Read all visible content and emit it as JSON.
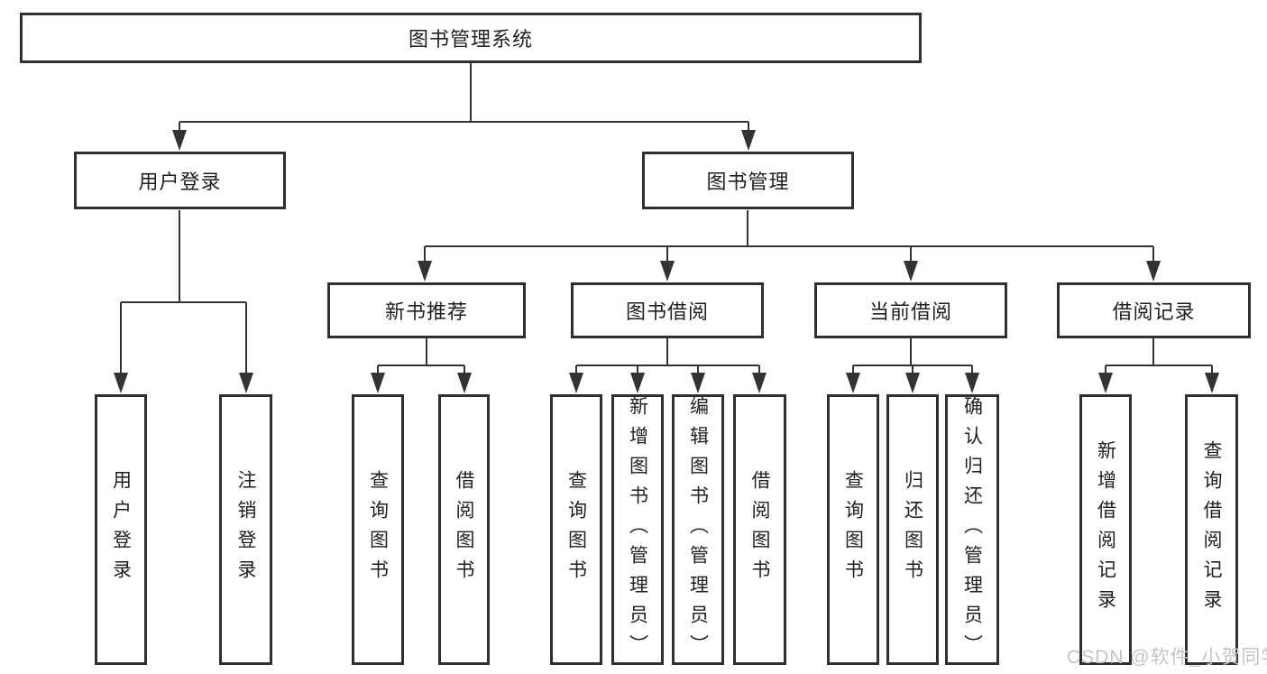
{
  "diagram": {
    "type": "tree",
    "root": {
      "label": "图书管理系统",
      "children": [
        {
          "label": "用户登录",
          "children": [
            {
              "label": "用户登录"
            },
            {
              "label": "注销登录"
            }
          ]
        },
        {
          "label": "图书管理",
          "children": [
            {
              "label": "新书推荐",
              "children": [
                {
                  "label": "查询图书"
                },
                {
                  "label": "借阅图书"
                }
              ]
            },
            {
              "label": "图书借阅",
              "children": [
                {
                  "label": "查询图书"
                },
                {
                  "label": "新增图书（管理员）"
                },
                {
                  "label": "编辑图书（管理员）"
                },
                {
                  "label": "借阅图书"
                }
              ]
            },
            {
              "label": "当前借阅",
              "children": [
                {
                  "label": "查询图书"
                },
                {
                  "label": "归还图书"
                },
                {
                  "label": "确认归还（管理员）"
                }
              ]
            },
            {
              "label": "借阅记录",
              "children": [
                {
                  "label": "新增借阅记录"
                },
                {
                  "label": "查询借阅记录"
                }
              ]
            }
          ]
        }
      ]
    },
    "watermark": "CSDN @软件_小贺同学",
    "colors": {
      "line": "#333333",
      "box_border": "#2f2f2f",
      "text": "#1f1f1f",
      "watermark": "#c4c4c4",
      "background": "#ffffff"
    }
  }
}
